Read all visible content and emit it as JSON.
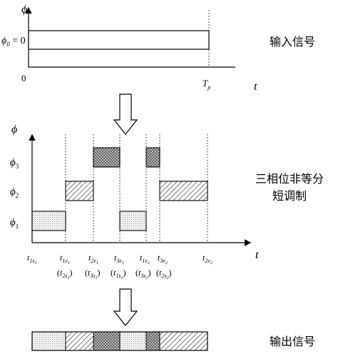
{
  "top_panel": {
    "y_axis_label": "ϕ",
    "level_symbol": "ϕ",
    "level_subscript": "0",
    "level_value": " = 0",
    "origin_label": "0",
    "tp_symbol": "T",
    "tp_subscript": "p",
    "x_axis_label": "t",
    "side_label": "输入信号"
  },
  "middle_panel": {
    "y_axis_label": "ϕ",
    "x_axis_label": "t",
    "side_label_line1": "三相位非等分",
    "side_label_line2": "短调制",
    "levels": [
      {
        "symbol": "ϕ",
        "subscript": "3"
      },
      {
        "symbol": "ϕ",
        "subscript": "2"
      },
      {
        "symbol": "ϕ",
        "subscript": "1"
      }
    ],
    "time_labels": [
      {
        "base": "t",
        "sub": "1s",
        "subsub": "1",
        "alt": null
      },
      {
        "base": "t",
        "sub": "1e",
        "subsub": "1",
        "alt": {
          "base": "t",
          "sub": "2s",
          "subsub": "1"
        }
      },
      {
        "base": "t",
        "sub": "2e",
        "subsub": "1",
        "alt": {
          "base": "t",
          "sub": "3s",
          "subsub": "1"
        }
      },
      {
        "base": "t",
        "sub": "3e",
        "subsub": "1",
        "alt": {
          "base": "t",
          "sub": "1s",
          "subsub": "2"
        }
      },
      {
        "base": "t",
        "sub": "1e",
        "subsub": "2",
        "alt": {
          "base": "t",
          "sub": "3s",
          "subsub": "2"
        }
      },
      {
        "base": "t",
        "sub": "3e",
        "subsub": "2",
        "alt": {
          "base": "t",
          "sub": "2s",
          "subsub": "2"
        }
      },
      {
        "base": "t",
        "sub": "2e",
        "subsub": "2",
        "alt": null
      }
    ]
  },
  "bottom_panel": {
    "side_label": "输出信号"
  }
}
